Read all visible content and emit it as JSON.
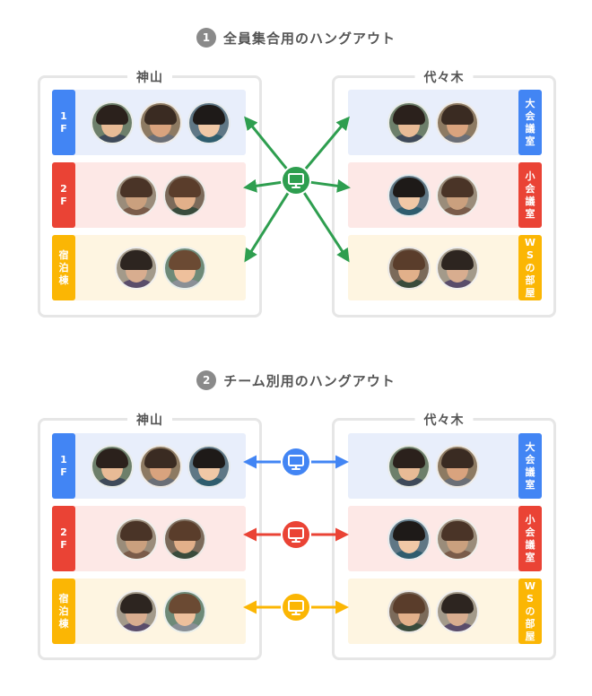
{
  "colors": {
    "blue": "#4285f4",
    "red": "#ea4335",
    "yellow": "#fbb604",
    "green": "#2e9e4f",
    "blue_bg": "#e8eefb",
    "red_bg": "#fde8e6",
    "yellow_bg": "#fef5e1"
  },
  "sections": [
    {
      "number": "1",
      "title": "全員集合用のハングアウト",
      "left_location": {
        "name": "神山",
        "rooms": [
          {
            "label": "1F",
            "color": "blue",
            "avatars": 3
          },
          {
            "label": "2F",
            "color": "red",
            "avatars": 2
          },
          {
            "label": "宿泊棟",
            "color": "yellow",
            "avatars": 2
          }
        ]
      },
      "right_location": {
        "name": "代々木",
        "rooms": [
          {
            "label": "大会議室",
            "color": "blue",
            "avatars": 2
          },
          {
            "label": "小会議室",
            "color": "red",
            "avatars": 2
          },
          {
            "label": "WSの部屋",
            "color": "yellow",
            "avatars": 2
          }
        ]
      },
      "hub_icon": "monitor-icon"
    },
    {
      "number": "2",
      "title": "チーム別用のハングアウト",
      "left_location": {
        "name": "神山",
        "rooms": [
          {
            "label": "1F",
            "color": "blue",
            "avatars": 3
          },
          {
            "label": "2F",
            "color": "red",
            "avatars": 2
          },
          {
            "label": "宿泊棟",
            "color": "yellow",
            "avatars": 2
          }
        ]
      },
      "right_location": {
        "name": "代々木",
        "rooms": [
          {
            "label": "大会議室",
            "color": "blue",
            "avatars": 2
          },
          {
            "label": "小会議室",
            "color": "red",
            "avatars": 2
          },
          {
            "label": "WSの部屋",
            "color": "yellow",
            "avatars": 2
          }
        ]
      },
      "hub_icon": "monitor-icon"
    }
  ]
}
